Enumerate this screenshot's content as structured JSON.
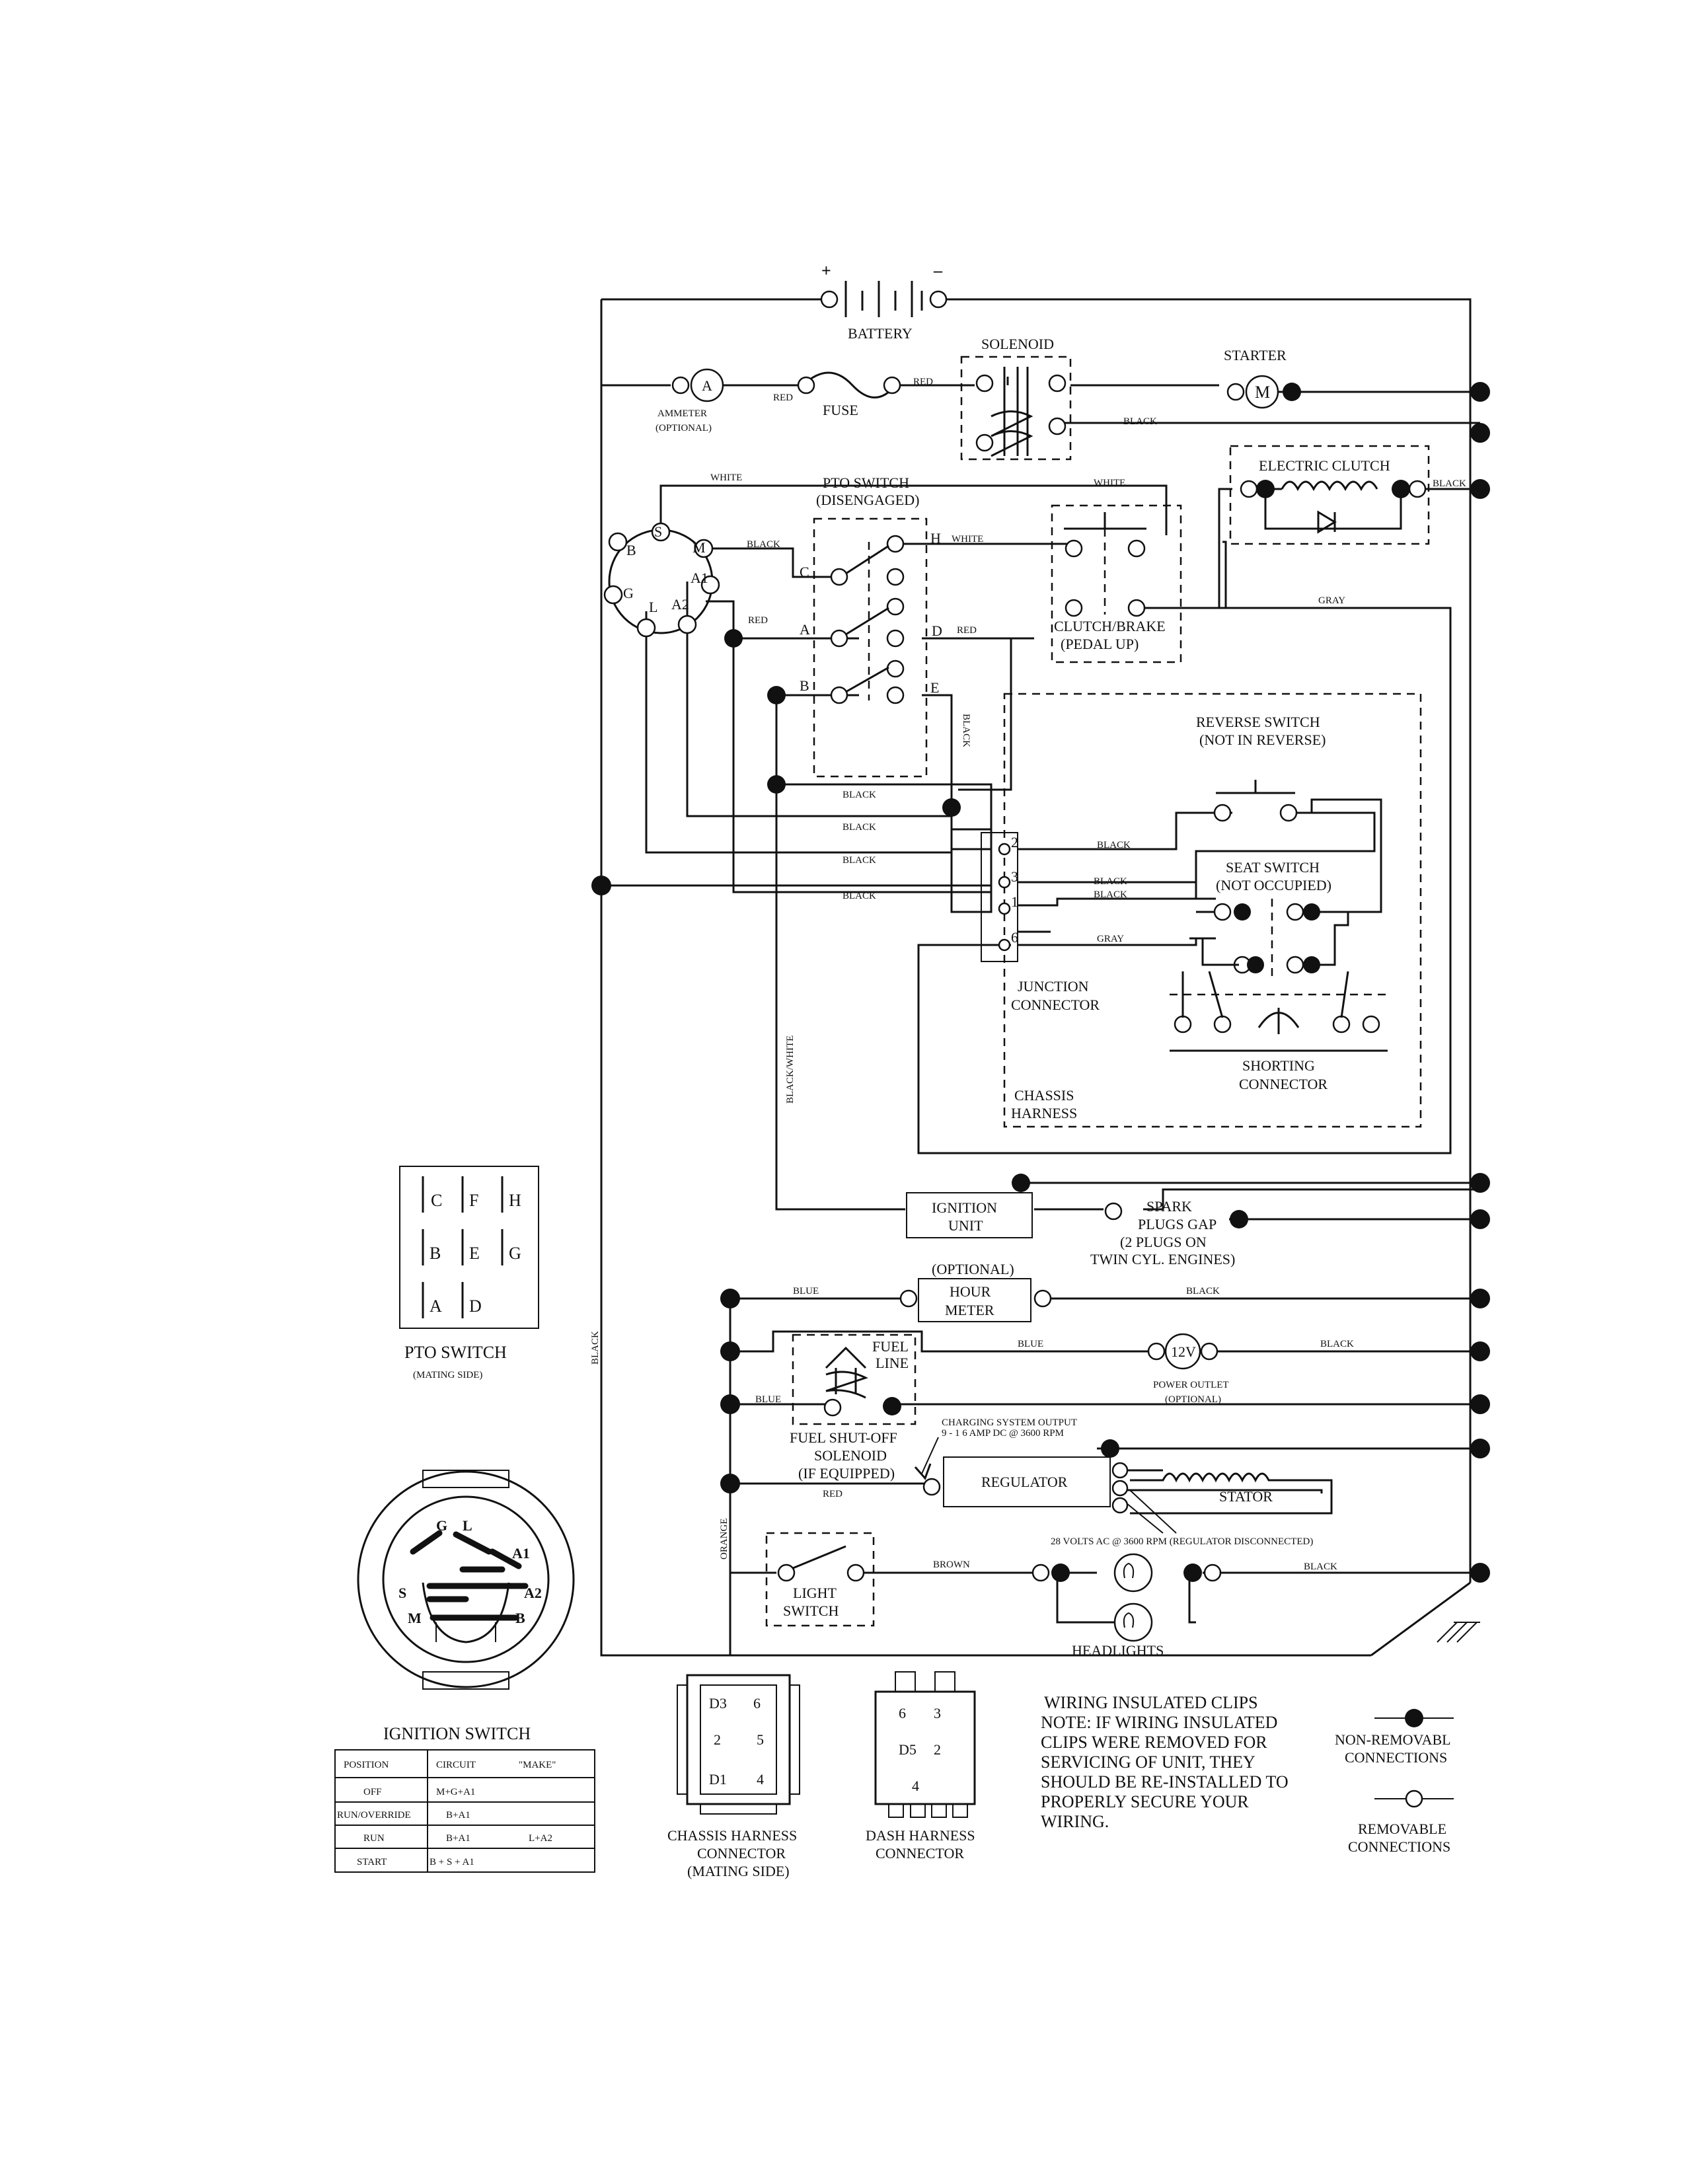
{
  "components": {
    "battery": "BATTERY",
    "battery_plus": "+",
    "battery_minus": "–",
    "solenoid": "SOLENOID",
    "starter": "STARTER",
    "starter_symbol": "M",
    "ammeter_symbol": "A",
    "ammeter": "AMMETER",
    "ammeter_optional": "(OPTIONAL)",
    "fuse": "FUSE",
    "electric_clutch": "ELECTRIC CLUTCH",
    "pto_switch": "PTO SWITCH",
    "pto_switch_state": "(DISENGAGED)",
    "clutch_brake": "CLUTCH/BRAKE",
    "clutch_brake_state": "(PEDAL UP)",
    "reverse_switch": "REVERSE SWITCH",
    "reverse_switch_state": "(NOT IN REVERSE)",
    "seat_switch": "SEAT SWITCH",
    "seat_switch_state": "(NOT OCCUPIED)",
    "junction_connector_1": "JUNCTION",
    "junction_connector_2": "CONNECTOR",
    "shorting_connector_1": "SHORTING",
    "shorting_connector_2": "CONNECTOR",
    "chassis_harness_1": "CHASSIS",
    "chassis_harness_2": "HARNESS",
    "ignition_unit_1": "IGNITION",
    "ignition_unit_2": "UNIT",
    "spark_plugs_1": "SPARK",
    "spark_plugs_2": "PLUGS GAP",
    "spark_plugs_3": "(2 PLUGS ON",
    "spark_plugs_4": "TWIN CYL. ENGINES)",
    "hour_meter_optional": "(OPTIONAL)",
    "hour_meter_1": "HOUR",
    "hour_meter_2": "METER",
    "power_outlet_symbol": "12V",
    "power_outlet_1": "POWER OUTLET",
    "power_outlet_2": "(OPTIONAL)",
    "fuel_line_1": "FUEL",
    "fuel_line_2": "LINE",
    "fuel_solenoid_1": "FUEL SHUT-OFF",
    "fuel_solenoid_2": "SOLENOID",
    "fuel_solenoid_3": "(IF EQUIPPED)",
    "charging_output_1": "CHARGING SYSTEM OUTPUT",
    "charging_output_2": "9 - 1 6 AMP DC @ 3600 RPM",
    "regulator": "REGULATOR",
    "stator": "STATOR",
    "ac_note": "28 VOLTS AC @ 3600 RPM (REGULATOR DISCONNECTED)",
    "light_switch_1": "LIGHT",
    "light_switch_2": "SWITCH",
    "headlights": "HEADLIGHTS"
  },
  "wire_labels": {
    "red": "RED",
    "black": "BLACK",
    "white": "WHITE",
    "gray": "GRAY",
    "blue": "BLUE",
    "brown": "BROWN",
    "orange": "ORANGE",
    "black_white": "BLACK/WHITE"
  },
  "terminals": {
    "pto": [
      "C",
      "H",
      "A",
      "D",
      "B",
      "E"
    ],
    "ignition": [
      "S",
      "M",
      "B",
      "A1",
      "G",
      "L",
      "A2"
    ],
    "junction": [
      "2",
      "3",
      "1",
      "6"
    ]
  },
  "pto_switch_mating": {
    "cells": [
      [
        "C",
        "F",
        "H"
      ],
      [
        "B",
        "E",
        "G"
      ],
      [
        "A",
        "D"
      ]
    ],
    "title": "PTO SWITCH",
    "subtitle": "(MATING SIDE)"
  },
  "ignition_switch": {
    "title": "IGNITION SWITCH",
    "dial_labels": [
      "G",
      "L",
      "A1",
      "S",
      "A2",
      "M",
      "B"
    ],
    "table_headers": [
      "POSITION",
      "CIRCUIT",
      "\"MAKE\""
    ],
    "rows": [
      [
        "OFF",
        "M+G+A1",
        ""
      ],
      [
        "RUN/OVERRIDE",
        "B+A1",
        ""
      ],
      [
        "RUN",
        "B+A1",
        "L+A2"
      ],
      [
        "START",
        "B + S + A1",
        ""
      ]
    ]
  },
  "chassis_connector": {
    "pins": [
      "D3",
      "6",
      "2",
      "5",
      "D1",
      "4"
    ],
    "title_1": "CHASSIS HARNESS",
    "title_2": "CONNECTOR",
    "title_3": "(MATING SIDE)"
  },
  "dash_connector": {
    "pins": [
      "6",
      "3",
      "D5",
      "2",
      "4"
    ],
    "title_1": "DASH HARNESS",
    "title_2": "CONNECTOR"
  },
  "notes": {
    "line_1": "WIRING INSULATED CLIPS",
    "line_2": "NOTE:  IF WIRING INSULATED",
    "line_3": "CLIPS WERE REMOVED FOR",
    "line_4": "SERVICING OF UNIT, THEY",
    "line_5": "SHOULD BE RE-INSTALLED TO",
    "line_6": "PROPERLY SECURE YOUR",
    "line_7": "WIRING."
  },
  "legend": {
    "non_removable_1": "NON-REMOVABL",
    "non_removable_2": "CONNECTIONS",
    "removable_1": "REMOVABLE",
    "removable_2": "CONNECTIONS"
  }
}
